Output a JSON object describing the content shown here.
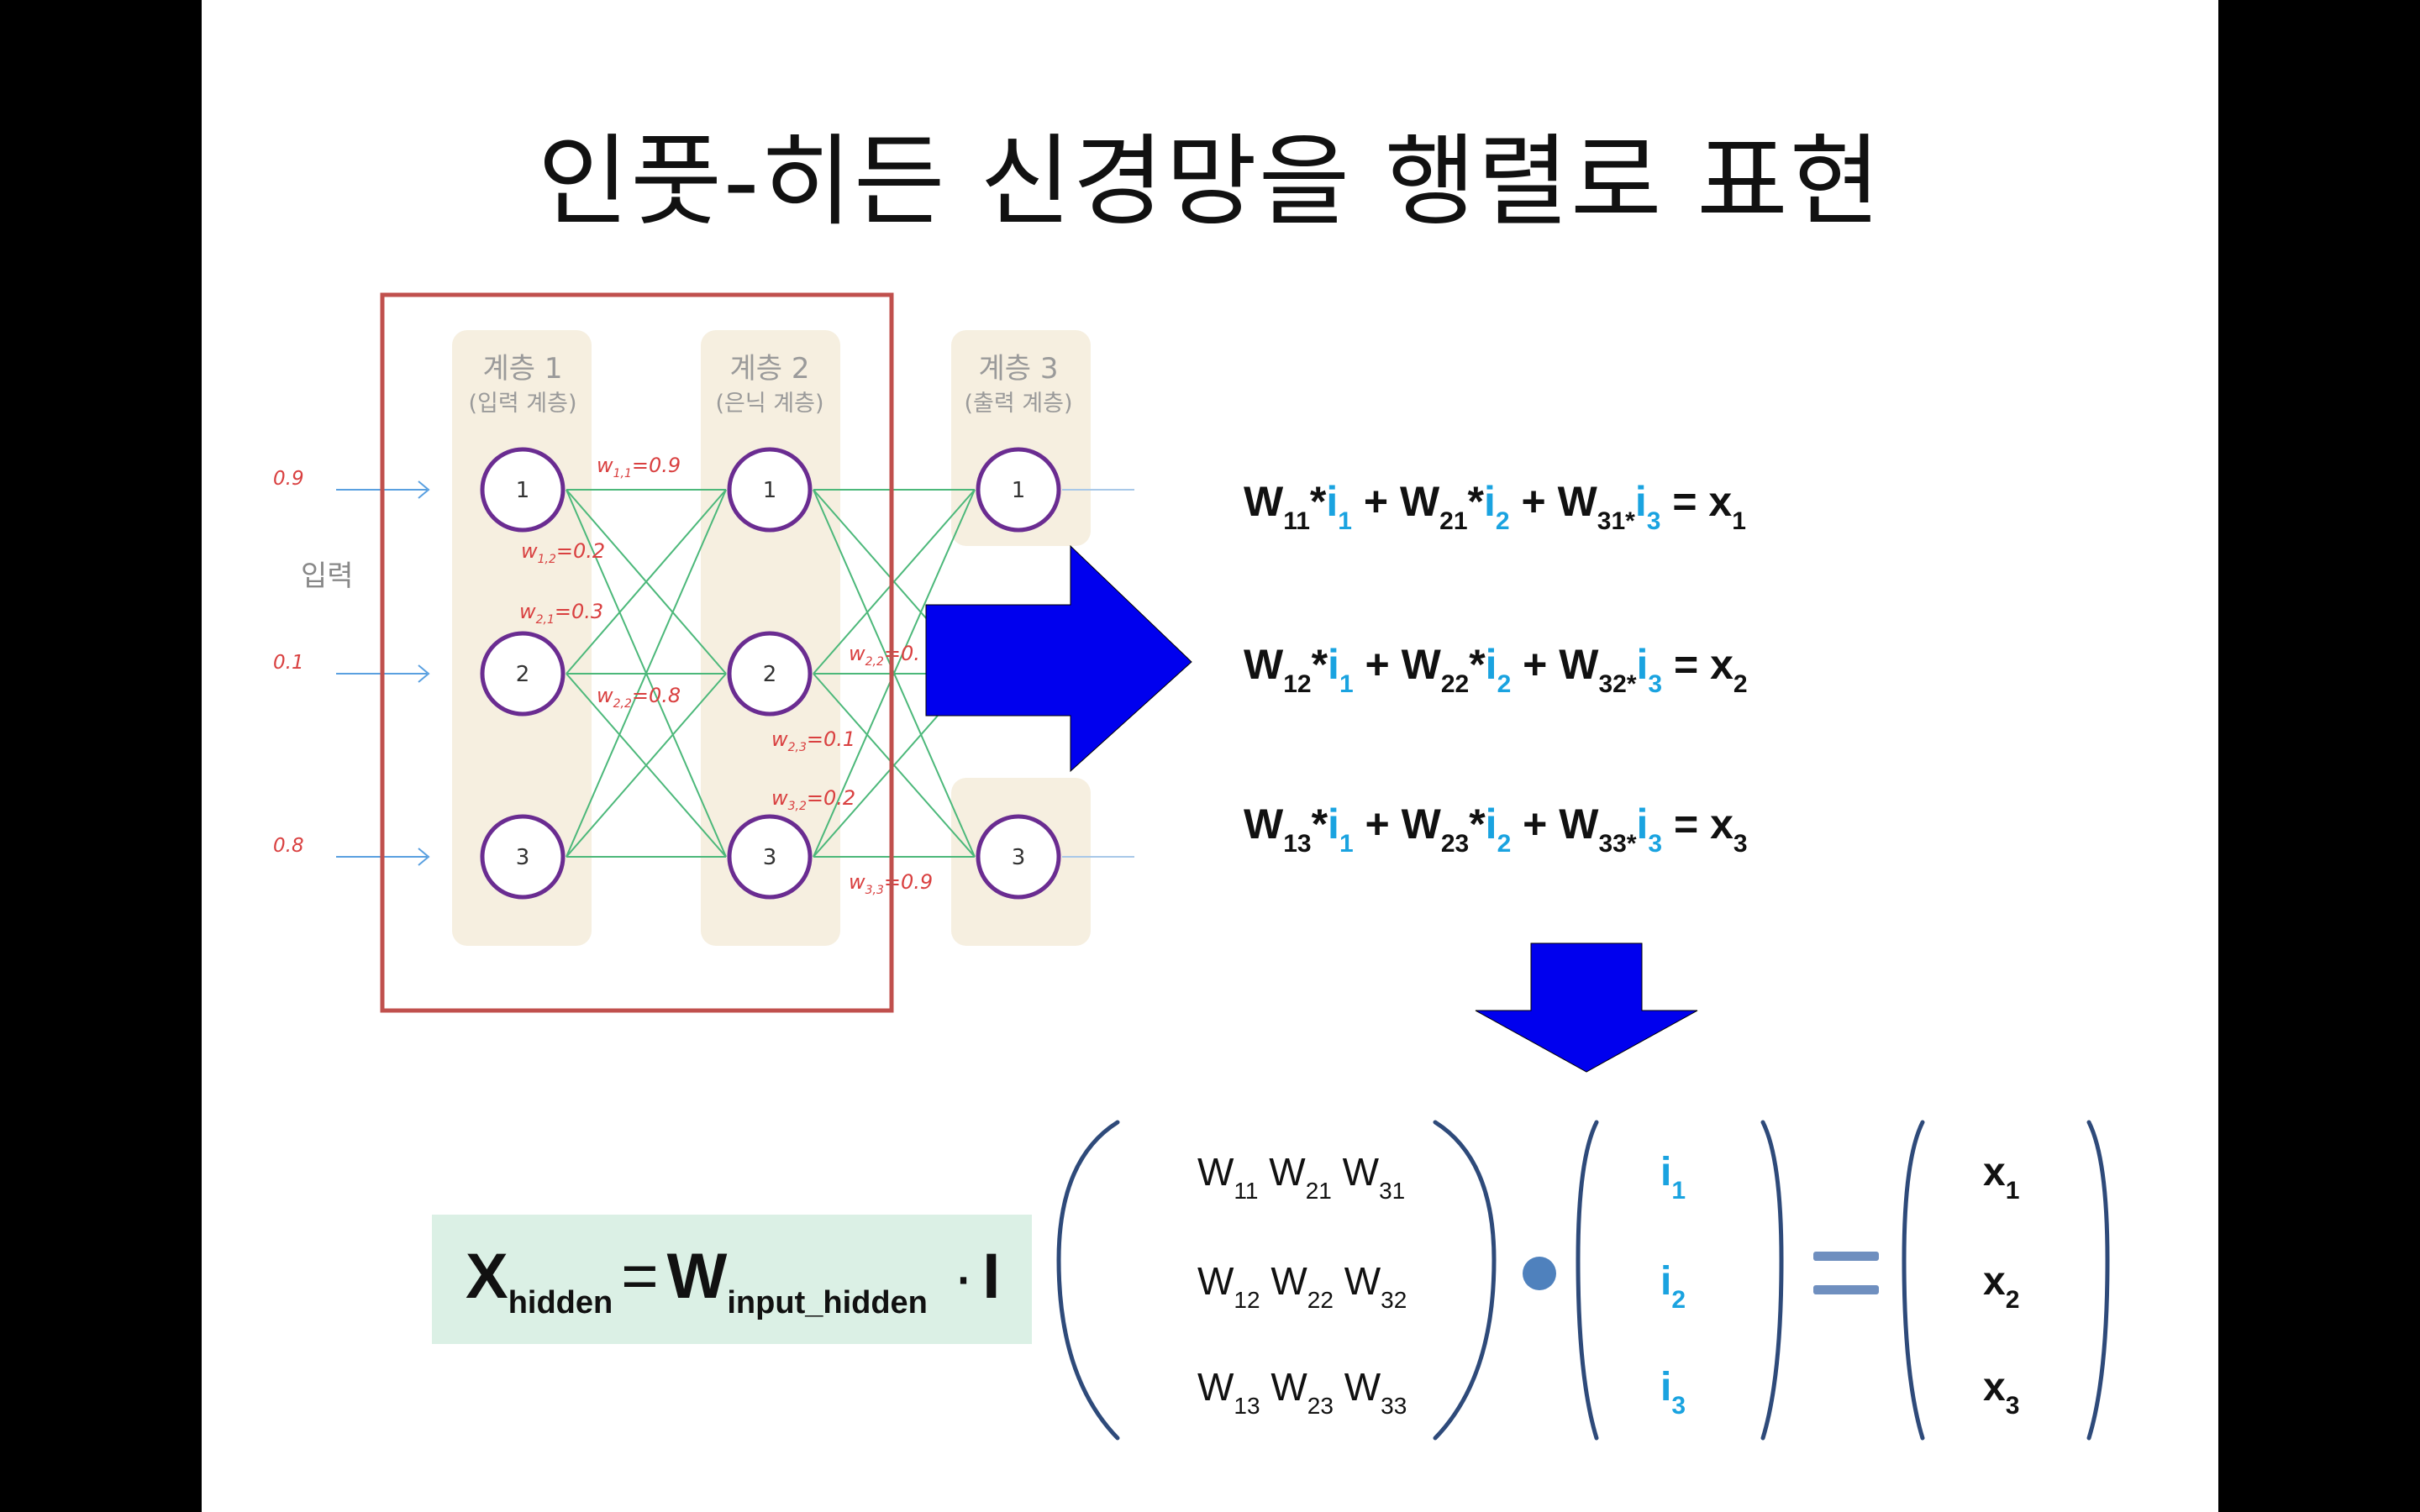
{
  "slide": {
    "title": "인풋-히든 신경망을 행렬로 표현"
  },
  "diagram": {
    "layers": [
      {
        "name": "계층 1",
        "sub": "(입력 계층)"
      },
      {
        "name": "계층 2",
        "sub": "(은닉 계층)"
      },
      {
        "name": "계층 3",
        "sub": "(출력 계층)"
      }
    ],
    "input_label": "입력",
    "inputs": [
      "0.9",
      "0.1",
      "0.8"
    ],
    "node_labels": [
      "1",
      "2",
      "3"
    ],
    "weight_labels": {
      "w11": "=0.9",
      "w12": "=0.2",
      "w21": "=0.3",
      "w22": "=0.8",
      "w22b": "=0.",
      "w23": "=0.1",
      "w32": "=0.2",
      "w33": "=0.9"
    },
    "colors": {
      "box": "#c0504d",
      "arrow": "#0000ee",
      "node": "#6a2c91",
      "edge": "#4cb87a",
      "layer_bg": "#f6efe0",
      "input_text": "#d94040"
    }
  },
  "equations": [
    {
      "t": [
        "W",
        "11",
        "*",
        "i",
        "1",
        " + W",
        "21",
        "*",
        "i",
        "2",
        " + W",
        "31*",
        "i",
        "3",
        "  = x",
        "1"
      ]
    },
    {
      "t": [
        "W",
        "12",
        "*",
        "i",
        "1",
        " + W",
        "22",
        "*",
        "i",
        "2",
        " + W",
        "32*",
        "i",
        "3",
        "  = x",
        "2"
      ]
    },
    {
      "t": [
        "W",
        "13",
        "*",
        "i",
        "1",
        " + W",
        "23",
        "*",
        "i",
        "2",
        " + W",
        "33*",
        "i",
        "3",
        "  = x",
        "3"
      ]
    }
  ],
  "formula": {
    "x": "X",
    "x_sub": "hidden",
    "eq": "=",
    "w": "W",
    "w_sub": "input_hidden",
    "dot": "·",
    "i": "I"
  },
  "matrix": {
    "rows": [
      [
        "W",
        "11",
        "W",
        "21",
        "W",
        "31"
      ],
      [
        "W",
        "12",
        "W",
        "22",
        "W",
        "32"
      ],
      [
        "W",
        "13",
        "W",
        "23",
        "W",
        "33"
      ]
    ],
    "vector_i": [
      [
        "i",
        "1"
      ],
      [
        "i",
        "2"
      ],
      [
        "i",
        "3"
      ]
    ],
    "vector_x": [
      [
        "x",
        "1"
      ],
      [
        "x",
        "2"
      ],
      [
        "x",
        "3"
      ]
    ],
    "colors": {
      "bracket": "#2e4a7a",
      "dot": "#4f81bd",
      "equals": "#6f8fbf",
      "i_text": "#1aa3e0"
    }
  }
}
